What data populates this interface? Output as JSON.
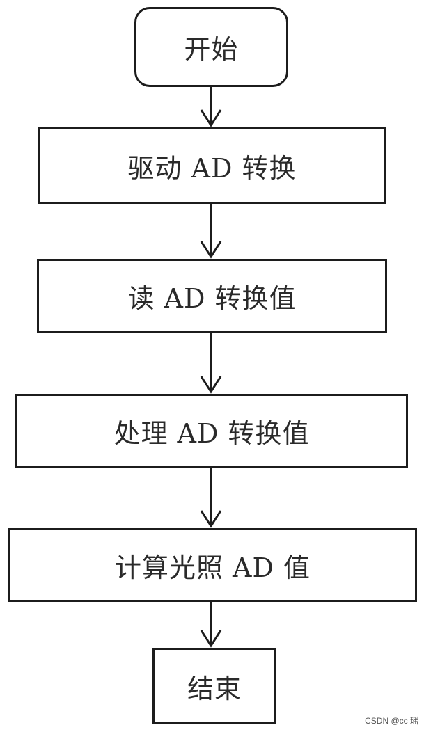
{
  "nodes": {
    "start": "开始",
    "drive": "驱动 AD 转换",
    "read": "读 AD 转换值",
    "process": "处理 AD 转换值",
    "calc": "计算光照 AD 值",
    "end": "结束"
  },
  "watermark": "CSDN @cc 瑶",
  "colors": {
    "stroke": "#1c1c1c",
    "text": "#2a2a2a",
    "background": "#ffffff"
  }
}
